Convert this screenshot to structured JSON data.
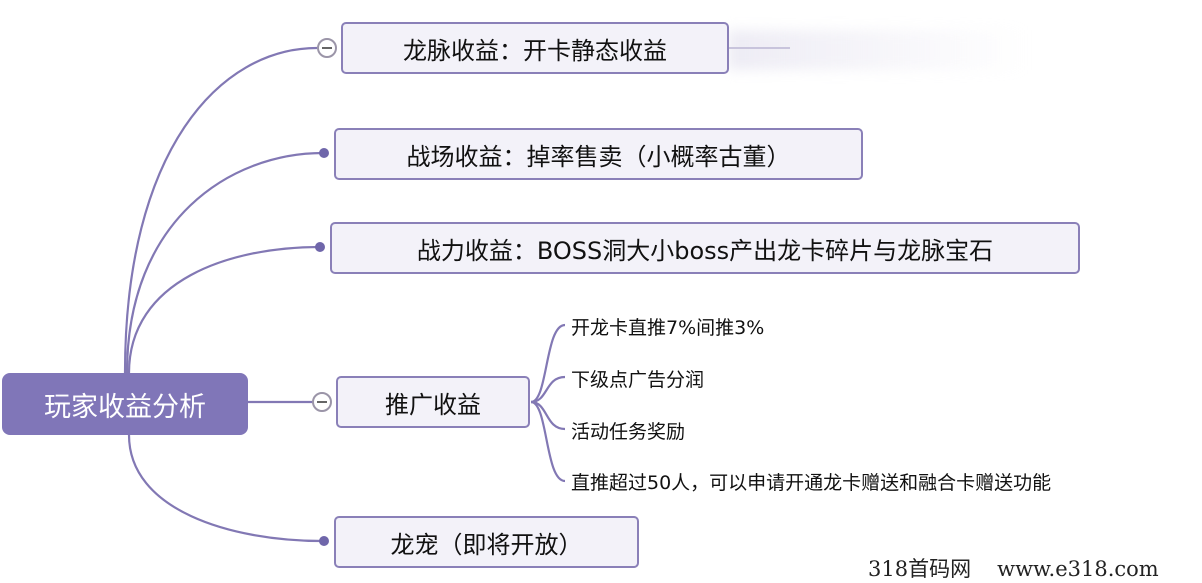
{
  "root": {
    "label": "玩家收益分析"
  },
  "branches": [
    {
      "label": "龙脉收益：开卡静态收益",
      "collapsible": true
    },
    {
      "label": "战场收益：掉率售卖（小概率古董）"
    },
    {
      "label": "战力收益：BOSS洞大小boss产出龙卡碎片与龙脉宝石"
    },
    {
      "label": "推广收益",
      "collapsible": true,
      "children": [
        "开龙卡直推7%间推3%",
        "下级点广告分润",
        "活动任务奖励",
        "直推超过50人，可以申请开通龙卡赠送和融合卡赠送功能"
      ]
    },
    {
      "label": "龙宠（即将开放）"
    }
  ],
  "watermark": {
    "left": "318首码网",
    "right": "www.e318.com"
  },
  "colors": {
    "root": "#8076b8",
    "edge": "#8278b4",
    "node_border": "#8a80b8",
    "node_fill": "#f3f2f9"
  }
}
